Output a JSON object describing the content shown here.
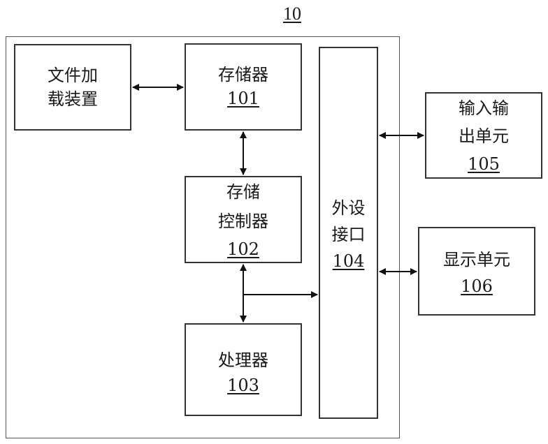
{
  "figure": {
    "number": "10"
  },
  "blocks": {
    "file_loader": {
      "line1": "文件加",
      "line2": "载装置"
    },
    "memory": {
      "label": "存储器",
      "number": "101"
    },
    "memory_controller": {
      "line1": "存储",
      "line2": "控制器",
      "number": "102"
    },
    "processor": {
      "label": "处理器",
      "number": "103"
    },
    "peripheral_interface": {
      "line1": "外设",
      "line2": "接口",
      "number": "104"
    },
    "io_unit": {
      "line1": "输入输",
      "line2": "出单元",
      "number": "105"
    },
    "display_unit": {
      "label": "显示单元",
      "number": "106"
    }
  },
  "colors": {
    "line": "#333333",
    "arrow": "#111111"
  }
}
